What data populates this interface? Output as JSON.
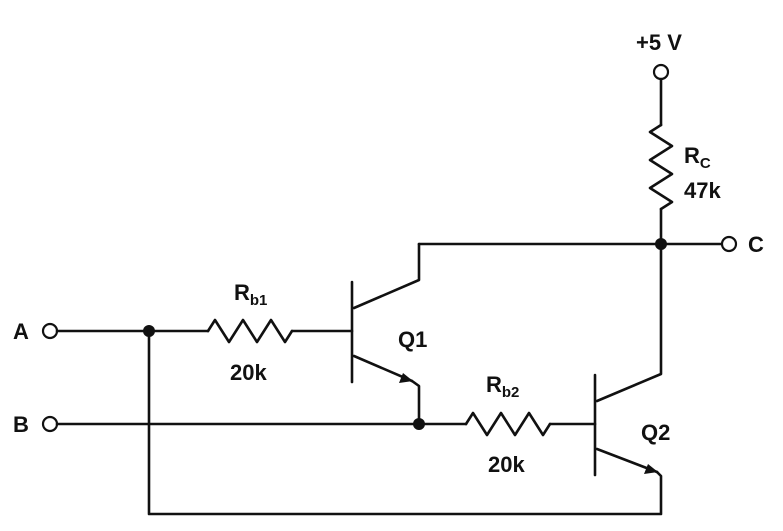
{
  "diagram": {
    "supply_label": "+5 V",
    "rc": {
      "name": "R",
      "sub": "C",
      "value": "47k"
    },
    "rb1": {
      "name": "R",
      "sub": "b1",
      "value": "20k"
    },
    "rb2": {
      "name": "R",
      "sub": "b2",
      "value": "20k"
    },
    "q1_label": "Q1",
    "q2_label": "Q2",
    "input_a": "A",
    "input_b": "B",
    "output_c": "C"
  }
}
